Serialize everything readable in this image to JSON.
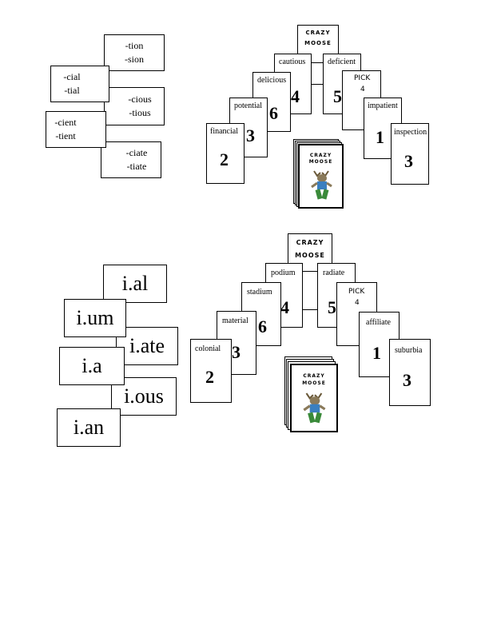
{
  "top": {
    "suffix_cards": [
      {
        "line1": "-tion",
        "line2": "-sion"
      },
      {
        "line1": "-cial",
        "line2": "-tial"
      },
      {
        "line1": "-cious",
        "line2": "-tious"
      },
      {
        "line1": "-cient",
        "line2": "-tient"
      },
      {
        "line1": "-ciate",
        "line2": "-tiate"
      }
    ],
    "pyramid": {
      "title_line1": "CRAZY",
      "title_line2": "MOOSE",
      "cards": [
        {
          "word": "financial",
          "number": "2"
        },
        {
          "word": "potential",
          "number": "3"
        },
        {
          "word": "delicious",
          "number": "6"
        },
        {
          "word": "cautious",
          "number": "4"
        },
        {
          "word": "deficient",
          "number": "5"
        },
        {
          "word": "PICK",
          "number": "4"
        },
        {
          "word": "impatient",
          "number": "1"
        },
        {
          "word": "inspection",
          "number": "3"
        }
      ],
      "deck_label_line1": "CRAZY",
      "deck_label_line2": "MOOSE"
    }
  },
  "bottom": {
    "pattern_cards": [
      "i.al",
      "i.um",
      "i.ate",
      "i.a",
      "i.ous",
      "i.an"
    ],
    "pyramid": {
      "title_line1": "CRAZY",
      "title_line2": "MOOSE",
      "cards": [
        {
          "word": "colonial",
          "number": "2"
        },
        {
          "word": "material",
          "number": "3"
        },
        {
          "word": "stadium",
          "number": "6"
        },
        {
          "word": "podium",
          "number": "4"
        },
        {
          "word": "radiate",
          "number": "5"
        },
        {
          "word": "PICK",
          "number": "4"
        },
        {
          "word": "affiliate",
          "number": "1"
        },
        {
          "word": "suburbia",
          "number": "3"
        }
      ],
      "deck_label_line1": "CRAZY",
      "deck_label_line2": "MOOSE"
    }
  }
}
